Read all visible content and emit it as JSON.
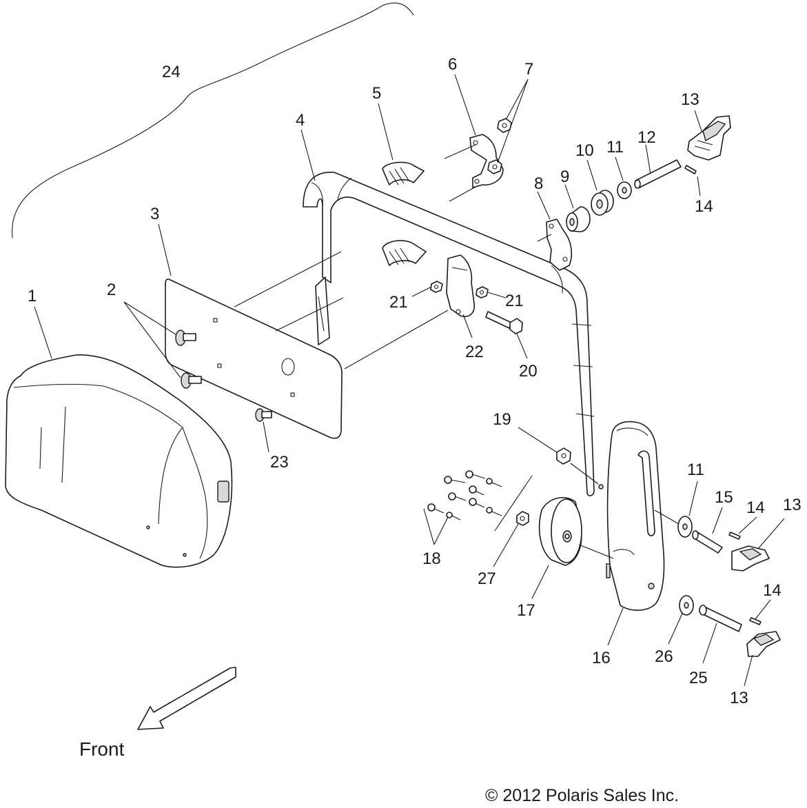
{
  "callouts": {
    "c1": "1",
    "c2": "2",
    "c3": "3",
    "c4": "4",
    "c5": "5",
    "c6": "6",
    "c7": "7",
    "c8": "8",
    "c9": "9",
    "c10": "10",
    "c11a": "11",
    "c11b": "11",
    "c12": "12",
    "c13a": "13",
    "c13b": "13",
    "c13c": "13",
    "c14a": "14",
    "c14b": "14",
    "c14c": "14",
    "c15": "15",
    "c16": "16",
    "c17": "17",
    "c18": "18",
    "c19": "19",
    "c20": "20",
    "c21a": "21",
    "c21b": "21",
    "c22": "22",
    "c23": "23",
    "c24": "24",
    "c25": "25",
    "c26": "26",
    "c27": "27"
  },
  "direction": {
    "label": "Front"
  },
  "footer": {
    "copyright": "© 2012 Polaris Sales Inc."
  }
}
